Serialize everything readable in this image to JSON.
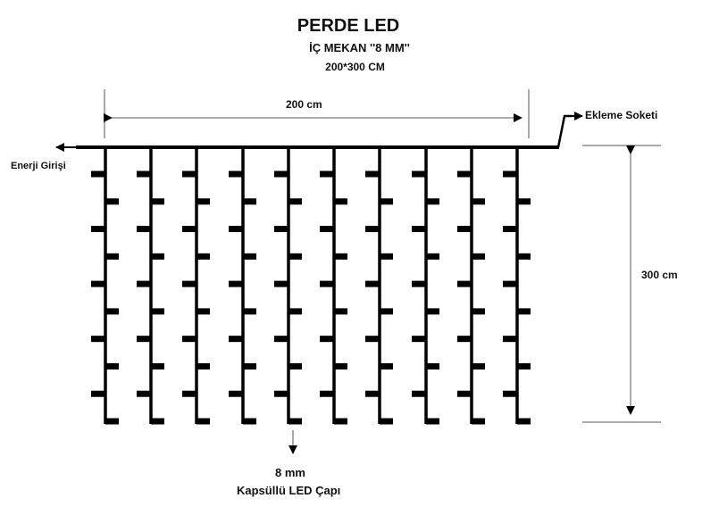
{
  "title": "PERDE LED",
  "subtitle": "İÇ MEKAN ''8 MM''",
  "size": "200*300 CM",
  "width_label": "200 cm",
  "height_label": "300 cm",
  "socket_label": "Ekleme Soketi",
  "power_label": "Enerji Girişi",
  "led_size": "8 mm",
  "led_caption": "Kapsüllü LED Çapı",
  "strand_count": 10,
  "leds_per_strand": 10,
  "line_color": "#000000"
}
